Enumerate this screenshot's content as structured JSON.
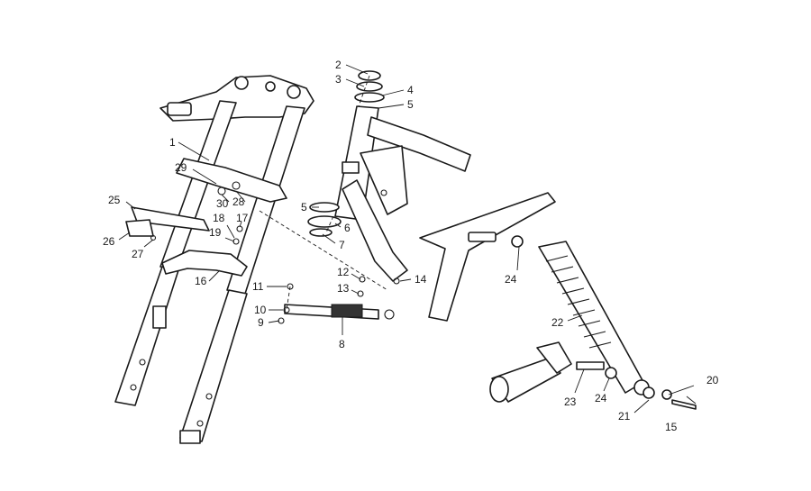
{
  "diagram": {
    "labels": {
      "c1": "1",
      "c2": "2",
      "c3": "3",
      "c4": "4",
      "c5": "5",
      "c5b": "5",
      "c6": "6",
      "c7": "7",
      "c8": "8",
      "c9": "9",
      "c10": "10",
      "c11": "11",
      "c12": "12",
      "c13": "13",
      "c14": "14",
      "c15": "15",
      "c16": "16",
      "c17": "17",
      "c18": "18",
      "c19": "19",
      "c20": "20",
      "c21": "21",
      "c22": "22",
      "c23": "23",
      "c24": "24",
      "c24b": "24",
      "c25": "25",
      "c26": "26",
      "c27": "27",
      "c28": "28",
      "c29": "29",
      "c30": "30"
    }
  }
}
